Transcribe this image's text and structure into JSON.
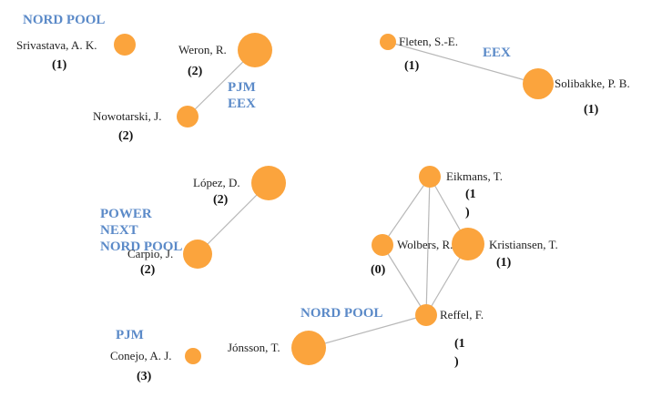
{
  "colors": {
    "node": "#FBA43D",
    "edge": "#b8b8b8",
    "market": "#5b8ac8"
  },
  "nodes": [
    {
      "id": "srivastava",
      "name": "Srivastava, A. K.",
      "count": "(1)"
    },
    {
      "id": "weron",
      "name": "Weron, R.",
      "count": "(2)"
    },
    {
      "id": "nowotarski",
      "name": "Nowotarski, J.",
      "count": "(2)"
    },
    {
      "id": "fleten",
      "name": "Fleten, S.-E.",
      "count": "(1)"
    },
    {
      "id": "solibakke",
      "name": "Solibakke, P. B.",
      "count": "(1)"
    },
    {
      "id": "lopez",
      "name": "López, D.",
      "count": "(2)"
    },
    {
      "id": "carpio",
      "name": "Carpio, J.",
      "count": "(2)"
    },
    {
      "id": "eikmans",
      "name": "Eikmans, T.",
      "count": "(1\n)"
    },
    {
      "id": "wolbers",
      "name": "Wolbers, R.",
      "count": "(0)"
    },
    {
      "id": "kristiansen",
      "name": "Kristiansen, T.",
      "count": "(1)"
    },
    {
      "id": "reffel",
      "name": "Reffel, F.",
      "count": "(1\n)"
    },
    {
      "id": "jonsson",
      "name": "Jónsson, T.",
      "count": ""
    },
    {
      "id": "conejo",
      "name": "Conejo, A. J.",
      "count": "(3)"
    }
  ],
  "edges": [
    [
      "weron",
      "nowotarski"
    ],
    [
      "fleten",
      "solibakke"
    ],
    [
      "lopez",
      "carpio"
    ],
    [
      "eikmans",
      "wolbers"
    ],
    [
      "eikmans",
      "kristiansen"
    ],
    [
      "eikmans",
      "reffel"
    ],
    [
      "wolbers",
      "reffel"
    ],
    [
      "kristiansen",
      "reffel"
    ],
    [
      "reffel",
      "jonsson"
    ]
  ],
  "markets": {
    "nord_pool_1": "NORD POOL",
    "pjm_eex": "PJM\nEEX",
    "eex": "EEX",
    "powernext_nordpool": "POWER\nNEXT\nNORD POOL",
    "nord_pool_2": "NORD POOL",
    "pjm": "PJM"
  }
}
